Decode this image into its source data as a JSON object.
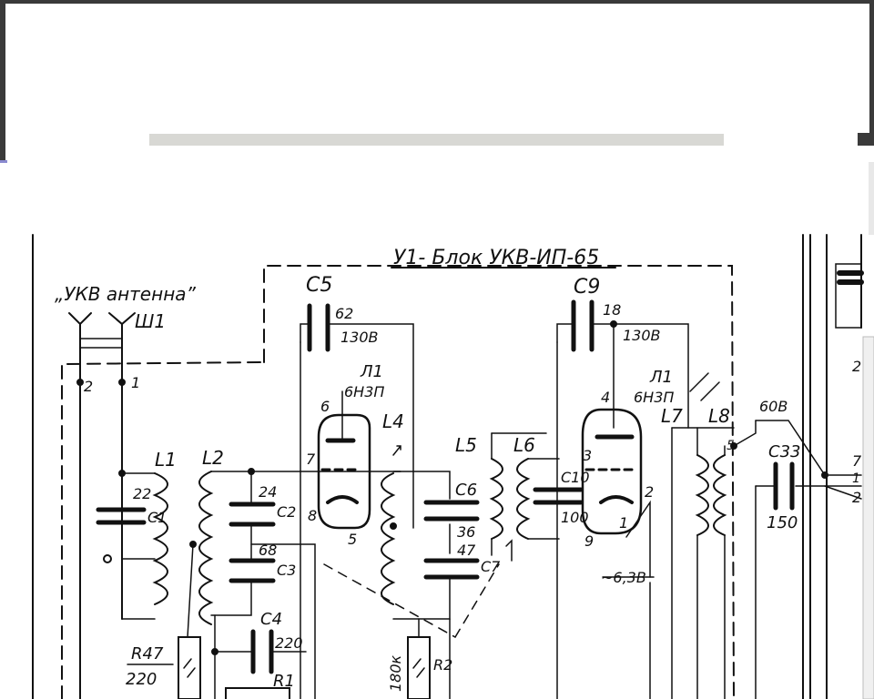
{
  "title": "У1- Блок УКВ-ИП-65",
  "antenna_label": "„УКВ антенна”",
  "connector": "Ш1",
  "pins": {
    "p2": "2",
    "p1": "1"
  },
  "components": {
    "C5": {
      "name": "C5",
      "value": "62"
    },
    "C9": {
      "name": "C9",
      "value": "18"
    },
    "C1": {
      "name": "C1",
      "value": "22"
    },
    "C2": {
      "name": "C2",
      "value": "24"
    },
    "C3": {
      "name": "C3",
      "value": "68"
    },
    "C4": {
      "name": "C4",
      "value": "220"
    },
    "C6": {
      "name": "C6",
      "value": "36"
    },
    "C7": {
      "name": "C7",
      "value": "47"
    },
    "C10": {
      "name": "C10",
      "value": "100"
    },
    "C33": {
      "name": "C33",
      "value": "150"
    },
    "R47": {
      "name": "R47",
      "value": "220"
    },
    "R1": {
      "name": "R1"
    },
    "R2": {
      "name": "R2",
      "value": "180к"
    }
  },
  "inductors": [
    "L1",
    "L2",
    "L4",
    "L5",
    "L6",
    "L7",
    "L8"
  ],
  "tubes": {
    "left": {
      "name": "Л1",
      "type": "6Н3П",
      "pins": [
        "6",
        "7",
        "8",
        "5"
      ]
    },
    "right": {
      "name": "Л1",
      "type": "6Н3П",
      "pins": [
        "4",
        "3",
        "2",
        "9",
        "1"
      ]
    }
  },
  "voltages": {
    "v1": "130В",
    "v2": "130В",
    "v3": "60В",
    "v4": "~6,3В"
  },
  "right_pins": [
    "2",
    "7",
    "1",
    "2"
  ],
  "misc": {
    "l7_pin": "5"
  }
}
